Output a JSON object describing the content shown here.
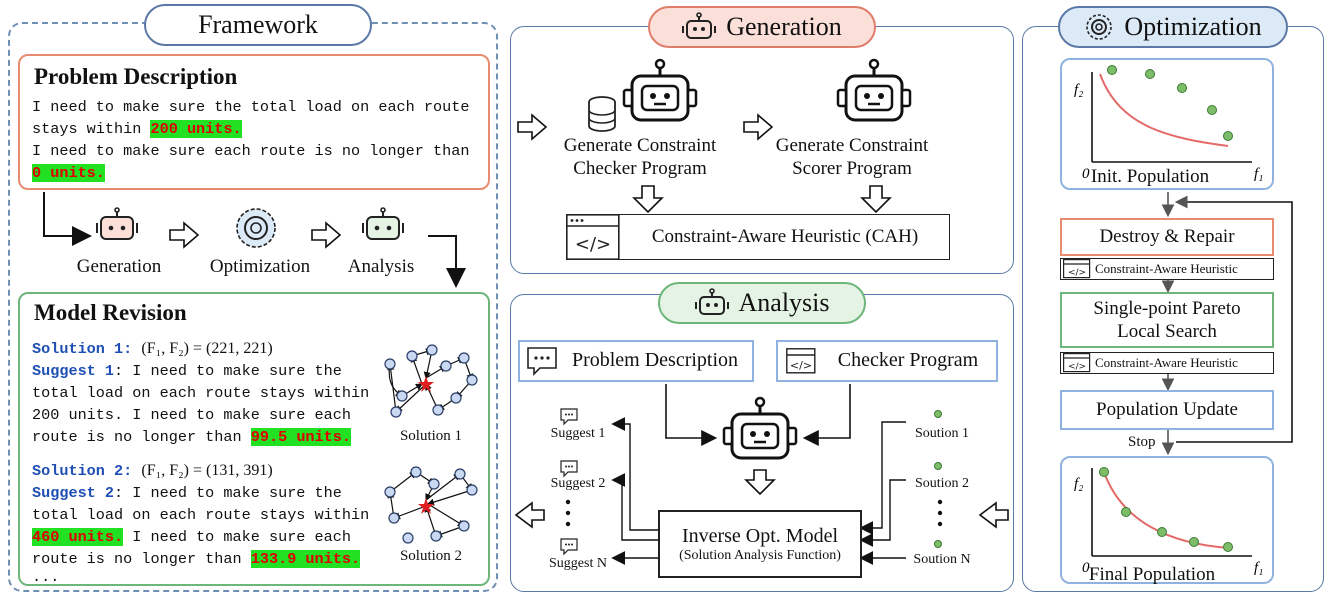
{
  "framework": {
    "title": "Framework",
    "problem_description": {
      "header": "Problem Description",
      "line1": "I need to make sure the total load on each route",
      "line2_pre": "stays within ",
      "line2_hl": "200 units.",
      "line3": "I need to make sure each route is no longer than",
      "line4_hl": "0 units."
    },
    "steps": [
      "Generation",
      "Optimization",
      "Analysis"
    ],
    "model_revision": {
      "header": "Model Revision",
      "s1_label": "Solution 1:",
      "s1_value": "(F₁, F₂) = (221, 221)",
      "s1_suggest": "Suggest 1",
      "s1_l1": ": I need to make sure the",
      "s1_l2": "total load on each route stays within",
      "s1_l3": "200 units. I need to make sure each",
      "s1_l4_pre": "route is no longer than ",
      "s1_l4_hl": "99.5 units.",
      "s1_graph_label": "Solution 1",
      "s2_label": "Solution 2:",
      "s2_value": "(F₁, F₂) = (131, 391)",
      "s2_suggest": "Suggest 2",
      "s2_l1": ": I need to make sure the",
      "s2_l2": "total load on each route stays within",
      "s2_l3_hl": "460 units.",
      "s2_l3_post": " I need to make sure each",
      "s2_l4_pre": "route is no longer than ",
      "s2_l4_hl": "133.9 units.",
      "s2_graph_label": "Solution 2",
      "ellipsis": "..."
    }
  },
  "generation": {
    "title": "Generation",
    "checker_l1": "Generate Constraint",
    "checker_l2": "Checker Program",
    "scorer_l1": "Generate Constraint",
    "scorer_l2": "Scorer Program",
    "cah": "Constraint-Aware Heuristic (CAH)"
  },
  "analysis": {
    "title": "Analysis",
    "problem_description": "Problem Description",
    "checker_program": "Checker Program",
    "suggest1": "Suggest 1",
    "suggest2": "Suggest 2",
    "suggestN": "Suggest N",
    "solution1": "Soution 1",
    "solution2": "Soution 2",
    "solutionN": "Soution N",
    "inverse_l1": "Inverse Opt. Model",
    "inverse_l2": "(Solution Analysis Function)"
  },
  "optimization": {
    "title": "Optimization",
    "init_label": "Init. Population",
    "destroy_repair": "Destroy & Repair",
    "cah1": "Constraint-Aware Heuristic",
    "pareto_l1": "Single-point Pareto",
    "pareto_l2": "Local Search",
    "cah2": "Constraint-Aware Heuristic",
    "pop_update": "Population Update",
    "stop": "Stop",
    "final_label": "Final Population",
    "axis_f1": "f₁",
    "axis_f2": "f₂",
    "axis_origin": "0"
  }
}
